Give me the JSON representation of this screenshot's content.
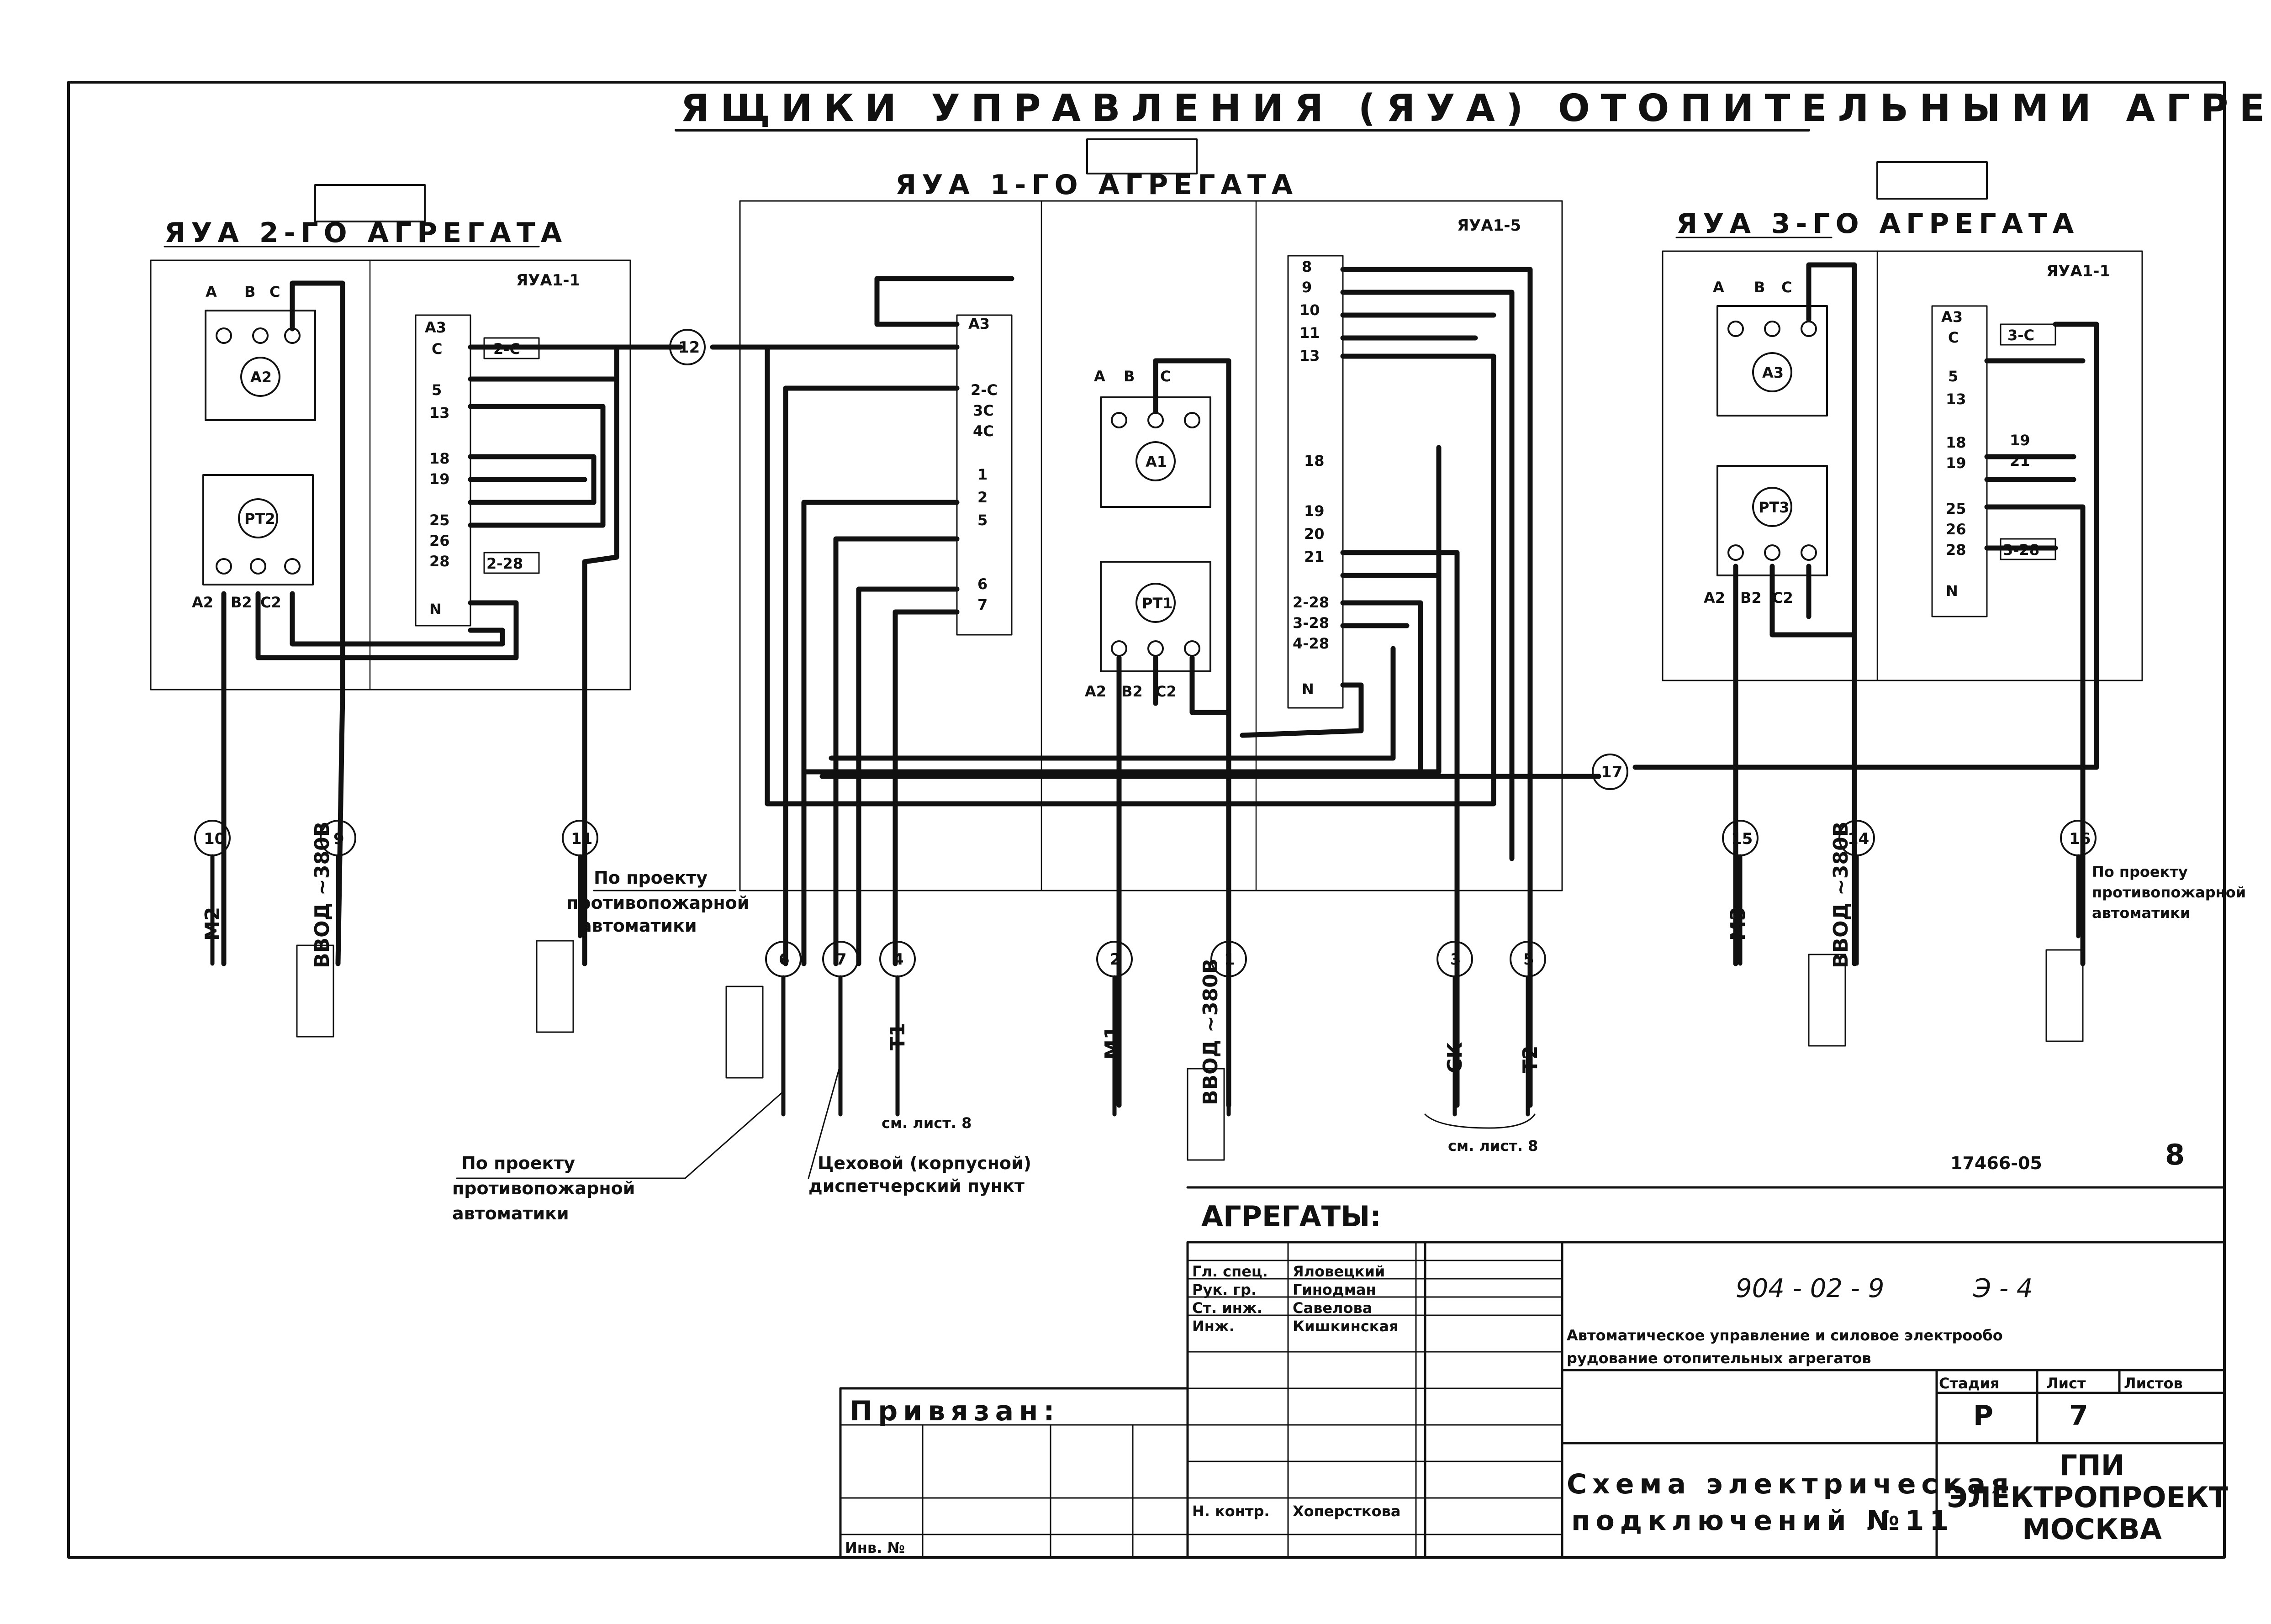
{
  "title": "ЯЩИКИ УПРАВЛЕНИЯ (ЯУА) ОТОПИТЕЛЬНЫМИ АГРЕГАТАМИ",
  "boxes": {
    "yua1": {
      "label": "ЯУА 1-ГО АГРЕГАТА",
      "panel": "ЯУА1-5",
      "contactor": "А1",
      "relay": "РТ1",
      "phases": [
        "А",
        "В",
        "С"
      ],
      "relay_terms": [
        "А2",
        "В2",
        "С2"
      ],
      "terminals_left": [
        "А3",
        "2-С",
        "3С",
        "4С",
        "1",
        "2",
        "5",
        "6",
        "7"
      ],
      "terminals_right": [
        "8",
        "9",
        "10",
        "11",
        "13",
        "18",
        "19",
        "20",
        "21",
        "2-28",
        "3-28",
        "4-28",
        "N"
      ]
    },
    "yua2": {
      "label": "ЯУА 2-ГО АГРЕГАТА",
      "panel": "ЯУА1-1",
      "contactor": "А2",
      "relay": "РТ2",
      "phases": [
        "А",
        "В",
        "С"
      ],
      "relay_terms": [
        "А2",
        "В2",
        "С2"
      ],
      "terminals": [
        "А3",
        "С",
        "5",
        "13",
        "18",
        "19",
        "25",
        "26",
        "28",
        "N"
      ],
      "jumpers": [
        "2-С",
        "2-28"
      ]
    },
    "yua3": {
      "label": "ЯУА 3-ГО АГРЕГАТА",
      "panel": "ЯУА1-1",
      "contactor": "А3",
      "relay": "РТ3",
      "phases": [
        "А",
        "В",
        "С"
      ],
      "relay_terms": [
        "А2",
        "В2",
        "С2"
      ],
      "terminals": [
        "А3",
        "С",
        "5",
        "13",
        "18",
        "19",
        "25",
        "26",
        "28",
        "N"
      ],
      "jumpers": [
        "3-С",
        "19",
        "21",
        "3-28"
      ]
    }
  },
  "cables": [
    {
      "num": "10",
      "label": "М2"
    },
    {
      "num": "9",
      "label": "ВВОД ~380В"
    },
    {
      "num": "11",
      "label": "По проекту противопожарной автоматики"
    },
    {
      "num": "12",
      "label": ""
    },
    {
      "num": "6",
      "label": ""
    },
    {
      "num": "7",
      "label": ""
    },
    {
      "num": "4",
      "label": "Т1"
    },
    {
      "num": "2",
      "label": "М1"
    },
    {
      "num": "1",
      "label": "ВВОД ~380В"
    },
    {
      "num": "3",
      "label": "СК"
    },
    {
      "num": "5",
      "label": "Т2"
    },
    {
      "num": "17",
      "label": ""
    },
    {
      "num": "15",
      "label": "М3"
    },
    {
      "num": "14",
      "label": "ВВОД ~380В"
    },
    {
      "num": "16",
      "label": "По проекту противопожарной автоматики"
    }
  ],
  "notes": {
    "fire_project_l1": "По проекту",
    "fire_project_l2": "противопожарной",
    "fire_project_l3": "автоматики",
    "shop_l1": "Цеховой (корпусной)",
    "shop_l2": "диспетчерский пункт",
    "see_sheet_1": "см. лист. 8",
    "see_sheet_2": "см. лист. 8"
  },
  "sheet_ref": "17466-05",
  "sheet_ref_num": "8",
  "stamp": {
    "aggregates_label": "АГРЕГАТЫ:",
    "binding_label": "Привязан:",
    "inv_label": "Инв. №",
    "roles": [
      {
        "role": "Гл. спец.",
        "name": "Яловецкий"
      },
      {
        "role": "Рук. гр.",
        "name": "Гинодман"
      },
      {
        "role": "Ст. инж.",
        "name": "Савелова"
      },
      {
        "role": "Инж.",
        "name": "Кишкинская"
      }
    ],
    "norm_control_role": "Н. контр.",
    "norm_control_name": "Хоперсткова",
    "doc_code": "904 - 02 - 9",
    "doc_sheet": "Э - 4",
    "project_title_l1": "Автоматическое управление и силовое электрообо",
    "project_title_l2": "рудование отопительных агрегатов",
    "stage_header": "Стадия",
    "sheet_header": "Лист",
    "sheets_header": "Листов",
    "stage": "Р",
    "sheet": "7",
    "drawing_title_l1": "Схема электрическая",
    "drawing_title_l2": "подключений №11",
    "org_l1": "ГПИ",
    "org_l2": "ЭЛЕКТРОПРОЕКТ",
    "org_l3": "МОСКВА"
  }
}
